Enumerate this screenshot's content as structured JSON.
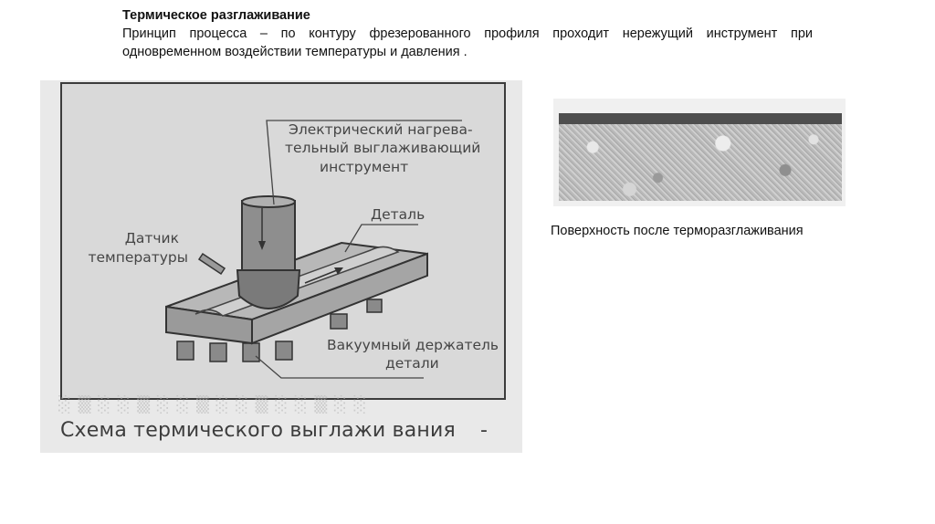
{
  "header": {
    "title": "Термическое разглаживание",
    "paragraph": "Принцип процесса – по контуру фрезерованного профиля проходит нережущий инструмент при одновременном воздействии температуры и давления ."
  },
  "figure": {
    "label_tool": [
      "Электрический нагрева-",
      "тельный выглаживающий",
      "инструмент"
    ],
    "label_part": "Деталь",
    "label_sensor": [
      "Датчик",
      "температуры"
    ],
    "label_holder": [
      "Вакуумный держатель",
      "детали"
    ],
    "caption": "Схема термического выглажи вания",
    "caption_dash": "-"
  },
  "surface": {
    "caption": "Поверхность после терморазглаживания"
  }
}
